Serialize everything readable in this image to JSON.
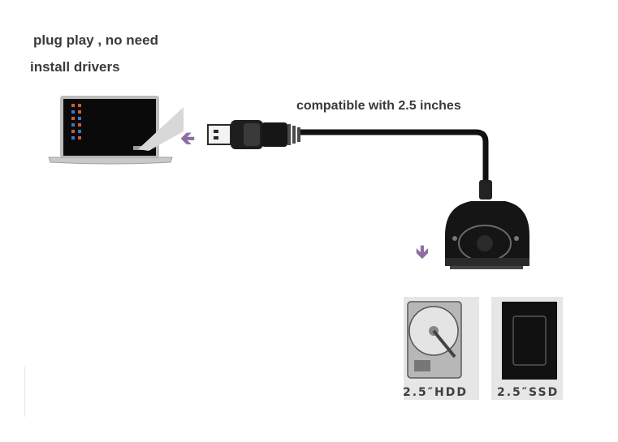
{
  "captions": {
    "line1": "plug play , no need",
    "line2": "install drivers",
    "compat": "compatible with 2.5 inches"
  },
  "icons": {
    "left_arrow": "arrow-left-icon",
    "down_arrow": "arrow-down-icon"
  },
  "drives": {
    "hdd_label": "2.5″HDD",
    "ssd_label": "2.5″SSD"
  },
  "colors": {
    "arrow": "#8d6ea4",
    "text": "#3a3a3a",
    "cable": "#111111"
  }
}
